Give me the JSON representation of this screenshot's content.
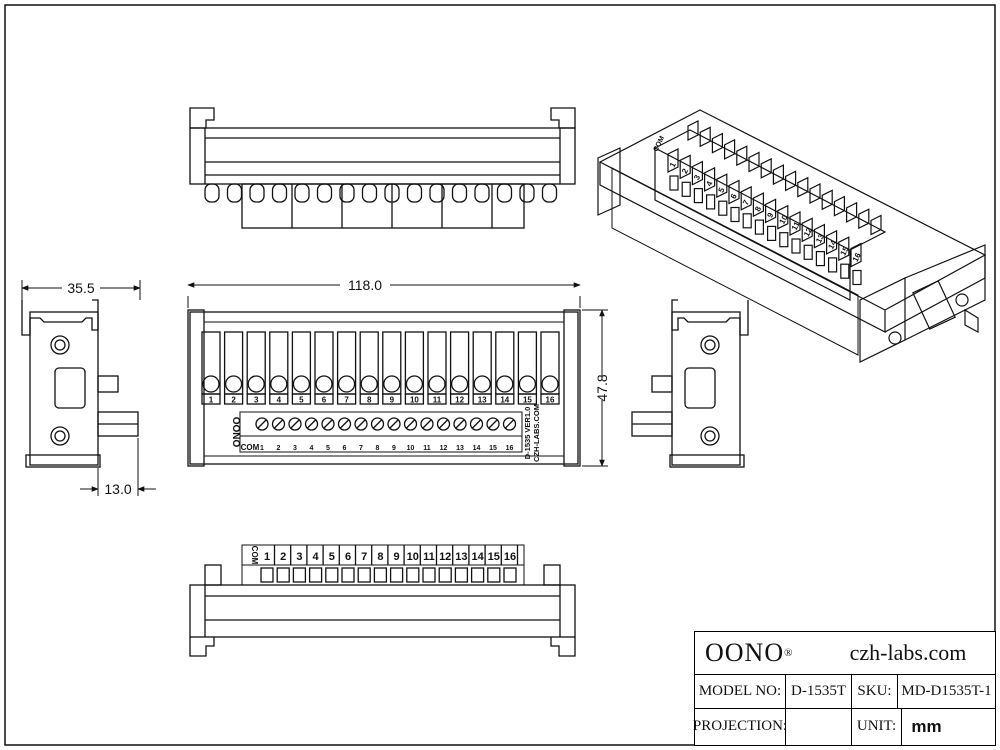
{
  "dimensions": {
    "width": "118.0",
    "height": "47.8",
    "side_width": "35.5",
    "side_depth": "13.0"
  },
  "terminals": {
    "numbers": [
      "1",
      "2",
      "3",
      "4",
      "5",
      "6",
      "7",
      "8",
      "9",
      "10",
      "11",
      "12",
      "13",
      "14",
      "15",
      "16"
    ],
    "common": "COM"
  },
  "board": {
    "logo": "OONO",
    "model_line": "D-1535 VER1.0",
    "site_line": "CZH-LABS.COM"
  },
  "title_block": {
    "brand": "OONO",
    "registered_mark": "®",
    "website": "czh-labs.com",
    "model_label": "MODEL NO:",
    "model_value": "D-1535T",
    "sku_label": "SKU:",
    "sku_value": "MD-D1535T-1",
    "projection_label": "PROJECTION:",
    "unit_label": "UNIT:",
    "unit_value": "mm"
  },
  "colors": {
    "line": "#111111",
    "paper": "#ffffff"
  }
}
